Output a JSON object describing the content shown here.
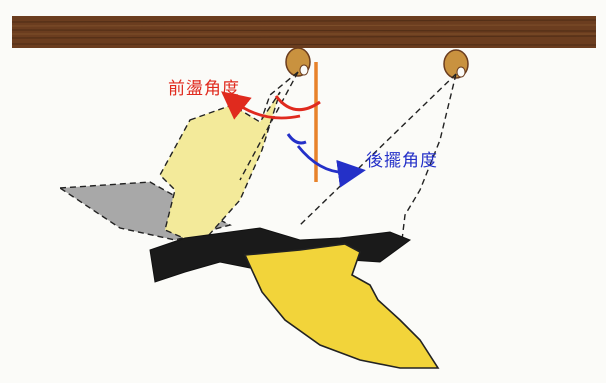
{
  "labels": {
    "front_swing_angle": "前盪角度",
    "back_swing_angle": "後擺角度"
  },
  "colors": {
    "front_angle": "#e02a1e",
    "back_angle": "#2430c8",
    "vertical_line": "#e8822a",
    "beam": "#6b3d1f",
    "hook": "#c9923f",
    "swing_seat": "#f2d43a",
    "ghost_seat": "#a8a8a8",
    "shadow": "#1a1a1a",
    "faded_seat": "#f3ea9a"
  },
  "icons": {
    "front_arrow": "curved-arrow-left",
    "back_arrow": "curved-arrow-right"
  }
}
